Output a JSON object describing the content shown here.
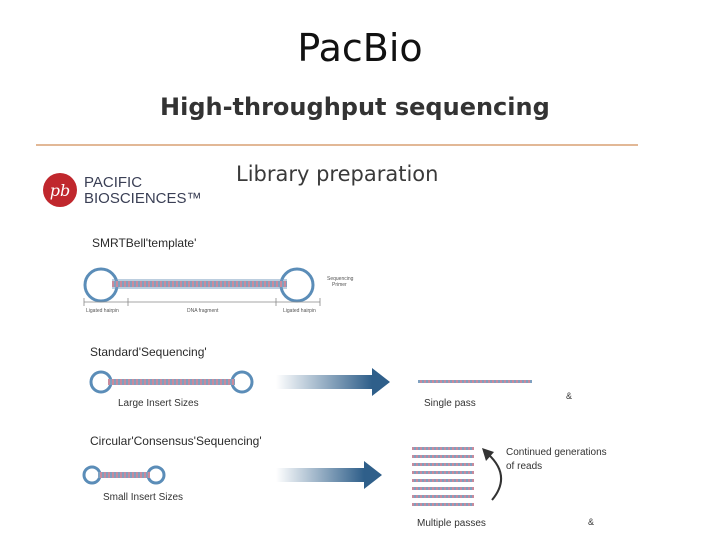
{
  "slide": {
    "title": "PacBio",
    "heading": "High-throughput sequencing",
    "subheading": "Library preparation"
  },
  "logo": {
    "line1": "PACIFIC",
    "line2": "BIOSCIENCES™",
    "color": "#c0272d"
  },
  "smrtbell": {
    "label": "SMRTBell'template'",
    "ligated_left": "Ligated hairpin",
    "fragment": "DNA fragment",
    "ligated_right": "Ligated hairpin",
    "primer_line1": "Sequencing",
    "primer_line2": "Primer"
  },
  "standard": {
    "label": "Standard'Sequencing'",
    "insert": "Large Insert Sizes",
    "result": "Single pass",
    "mark": "&"
  },
  "ccs": {
    "label": "Circular'Consensus'Sequencing'",
    "insert": "Small Insert Sizes",
    "result": "Multiple passes",
    "note_line1": "Continued generations",
    "note_line2": "of reads",
    "mark": "&"
  },
  "colors": {
    "divider": "#e2b896",
    "arrow": "#2f5f8a",
    "loop": "#5b8db8",
    "dna_pink": "#c98a9c",
    "dna_blue": "#7fa0c0"
  }
}
